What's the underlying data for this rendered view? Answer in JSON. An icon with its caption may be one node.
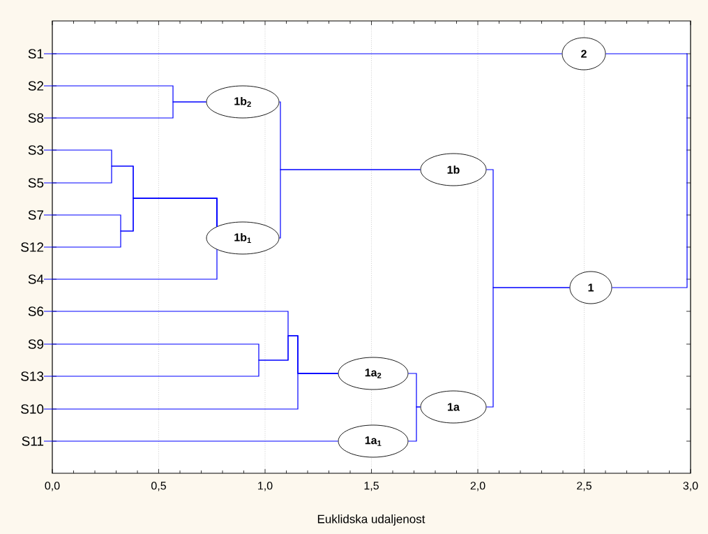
{
  "diagram": {
    "nodes": [
      {
        "text": [
          "S1"
        ]
      },
      {
        "text": [
          "S2"
        ]
      },
      {
        "text": [
          "S8"
        ]
      },
      {
        "text": [
          "S3"
        ]
      },
      {
        "text": [
          "S5"
        ]
      },
      {
        "text": [
          "S7"
        ]
      },
      {
        "text": [
          "S12"
        ]
      },
      {
        "text": [
          "S4"
        ]
      },
      {
        "text": [
          "S6"
        ]
      },
      {
        "text": [
          "S9"
        ]
      },
      {
        "text": [
          "S13"
        ]
      },
      {
        "text": [
          "S10"
        ]
      },
      {
        "text": [
          "S11"
        ]
      },
      {
        "text": [
          "2"
        ]
      },
      {
        "text": [
          "1b$_{2}$"
        ]
      },
      {
        "text": [
          "1b"
        ]
      },
      {
        "text": [
          "1b$_{1}$"
        ]
      },
      {
        "text": [
          "1"
        ]
      },
      {
        "text": [
          "1a$_{2}$"
        ]
      },
      {
        "text": [
          "1a"
        ]
      },
      {
        "text": [
          "1a$_{1}$"
        ]
      }
    ],
    "edges": [
      {
        "from": 1,
        "to": 14,
        "arrow": "none"
      },
      {
        "from": 2,
        "to": 14,
        "arrow": "none"
      },
      {
        "from": 3,
        "to": 16,
        "arrow": "none"
      },
      {
        "from": 4,
        "to": 16,
        "arrow": "none"
      },
      {
        "from": 5,
        "to": 16,
        "arrow": "none"
      },
      {
        "from": 6,
        "to": 16,
        "arrow": "none"
      },
      {
        "from": 7,
        "to": 16,
        "arrow": "none"
      },
      {
        "from": 14,
        "to": 15,
        "arrow": "none"
      },
      {
        "from": 16,
        "to": 15,
        "arrow": "none"
      },
      {
        "from": 8,
        "to": 18,
        "arrow": "none"
      },
      {
        "from": 9,
        "to": 18,
        "arrow": "none"
      },
      {
        "from": 10,
        "to": 18,
        "arrow": "none"
      },
      {
        "from": 11,
        "to": 18,
        "arrow": "none"
      },
      {
        "from": 12,
        "to": 20,
        "arrow": "none"
      },
      {
        "from": 18,
        "to": 19,
        "arrow": "none"
      },
      {
        "from": 20,
        "to": 19,
        "arrow": "none"
      },
      {
        "from": 15,
        "to": 17,
        "arrow": "none"
      },
      {
        "from": 19,
        "to": 17,
        "arrow": "none"
      },
      {
        "from": 0,
        "to": 13,
        "arrow": "none"
      },
      {
        "from": 13,
        "to": 17,
        "arrow": "none"
      }
    ],
    "labels": [
      "0,0",
      "0,5",
      "1,0",
      "1,5",
      "2,0",
      "2,5",
      "3,0",
      "Euklidska udaljenost"
    ]
  }
}
